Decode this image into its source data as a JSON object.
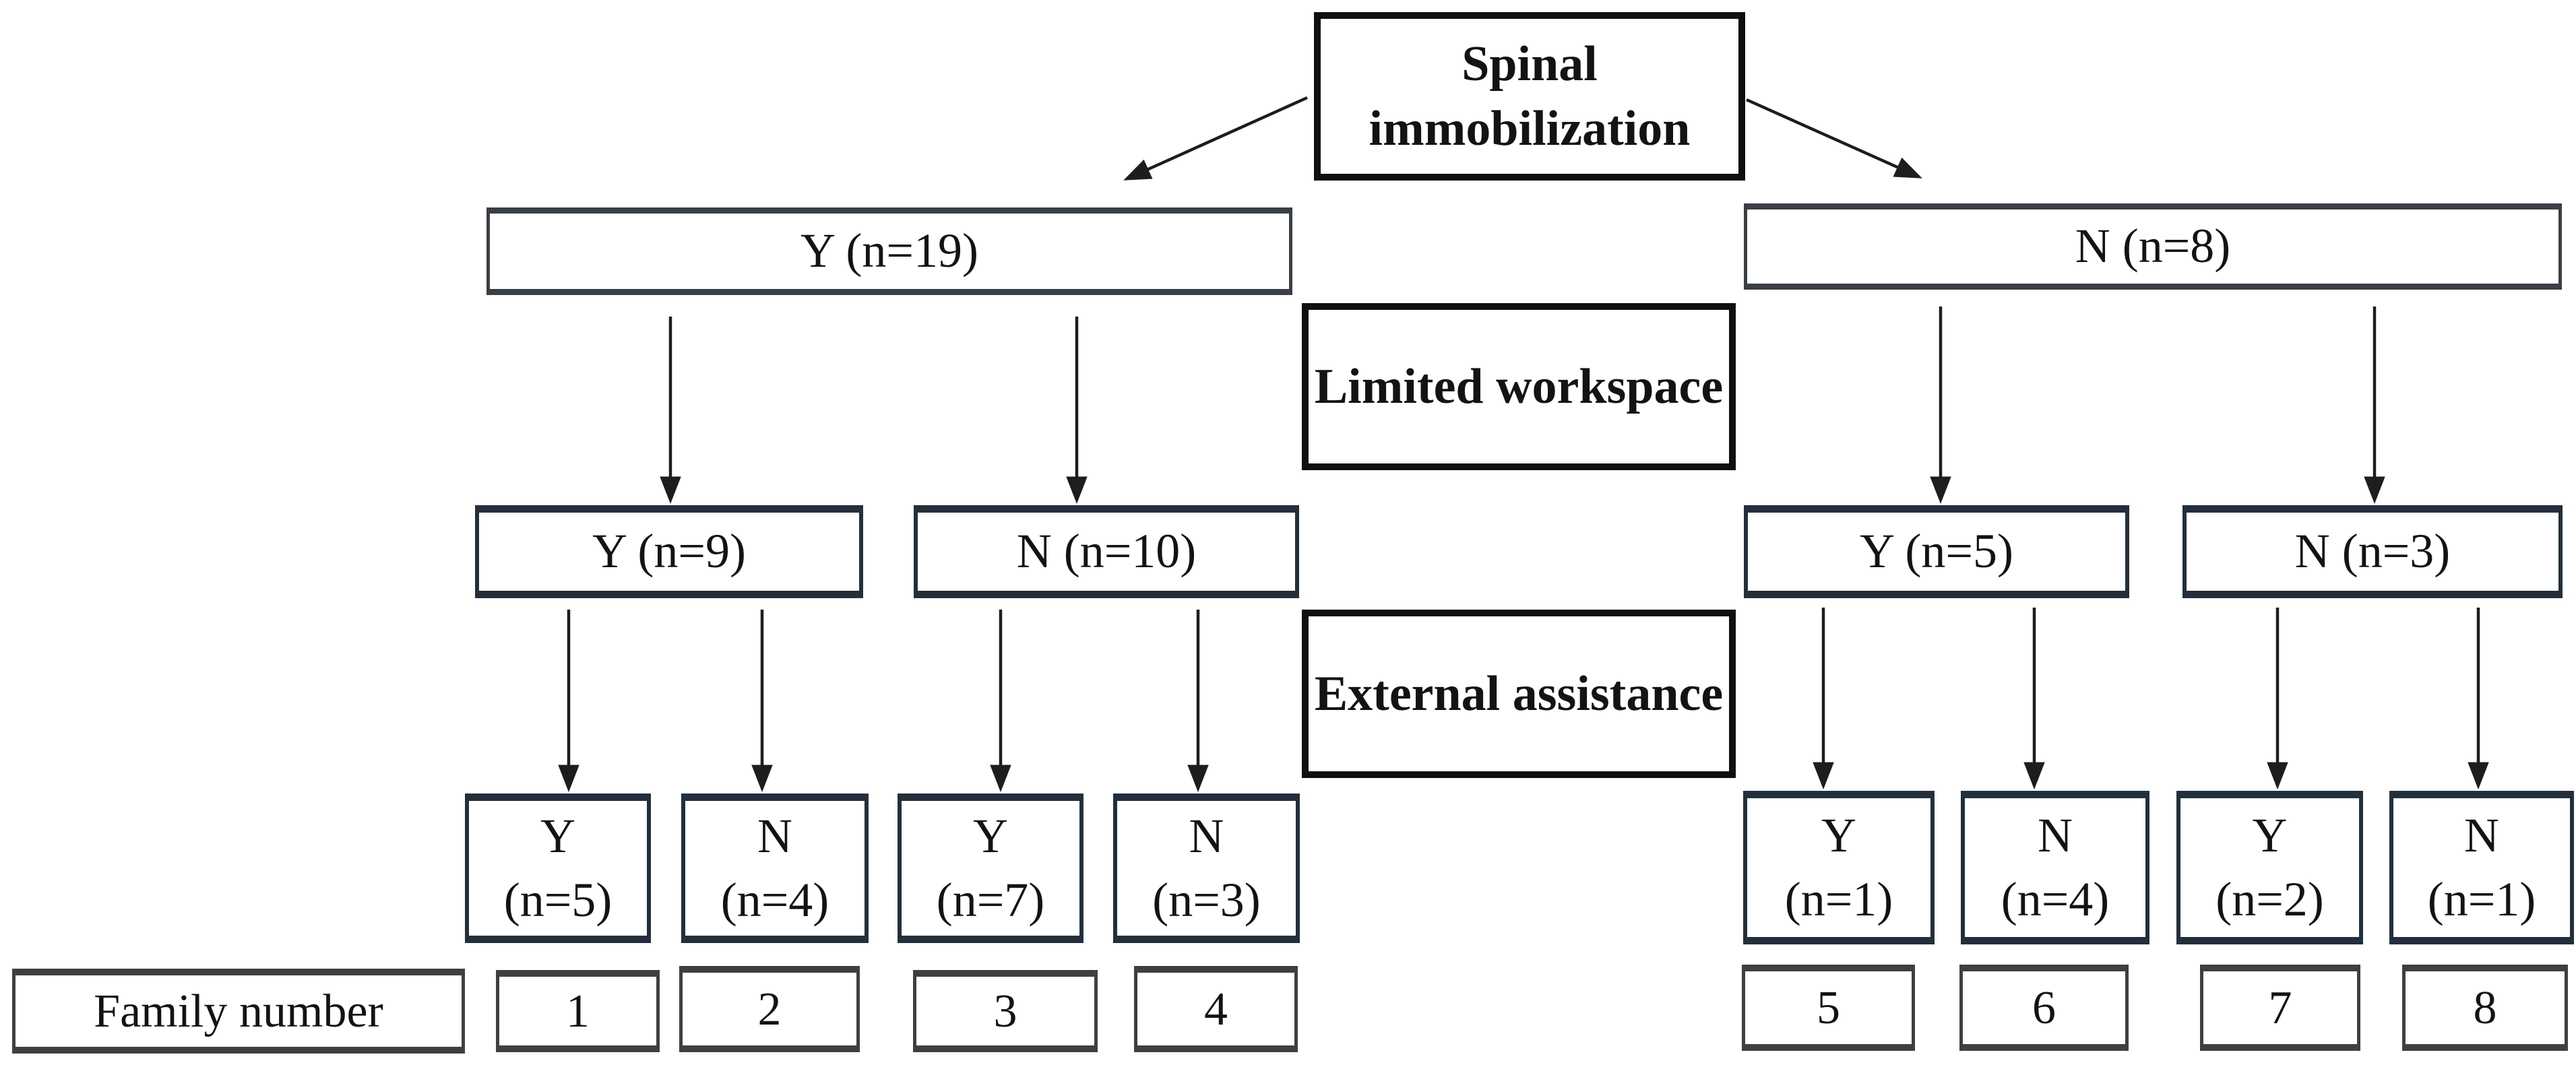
{
  "figure": {
    "background_color": "#ffffff",
    "text_color": "#131313",
    "arrow_color": "#1d1d1d",
    "header_border_color": "#0f0f0f",
    "node_border_color": "#232f3b",
    "wide_border_color": "#3a3f45",
    "family_border_color": "#3f3f3f"
  },
  "root": {
    "label": "Spinal immobilization"
  },
  "stage_labels": {
    "limited_workspace": "Limited workspace",
    "external_assistance": "External assistance",
    "family_number": "Family number"
  },
  "level1": [
    {
      "label": "Y (n=19)",
      "branch": "Y",
      "n": 19
    },
    {
      "label": "N (n=8)",
      "branch": "N",
      "n": 8
    }
  ],
  "level2": [
    {
      "label": "Y (n=9)",
      "branch": "Y",
      "n": 9
    },
    {
      "label": "N (n=10)",
      "branch": "N",
      "n": 10
    },
    {
      "label": "Y (n=5)",
      "branch": "Y",
      "n": 5
    },
    {
      "label": "N (n=3)",
      "branch": "N",
      "n": 3
    }
  ],
  "level3": [
    {
      "line1": "Y",
      "line2": "(n=5)",
      "n": 5
    },
    {
      "line1": "N",
      "line2": "(n=4)",
      "n": 4
    },
    {
      "line1": "Y",
      "line2": "(n=7)",
      "n": 7
    },
    {
      "line1": "N",
      "line2": "(n=3)",
      "n": 3
    },
    {
      "line1": "Y",
      "line2": "(n=1)",
      "n": 1
    },
    {
      "line1": "N",
      "line2": "(n=4)",
      "n": 4
    },
    {
      "line1": "Y",
      "line2": "(n=2)",
      "n": 2
    },
    {
      "line1": "N",
      "line2": "(n=1)",
      "n": 1
    }
  ],
  "family_numbers": [
    "1",
    "2",
    "3",
    "4",
    "5",
    "6",
    "7",
    "8"
  ]
}
